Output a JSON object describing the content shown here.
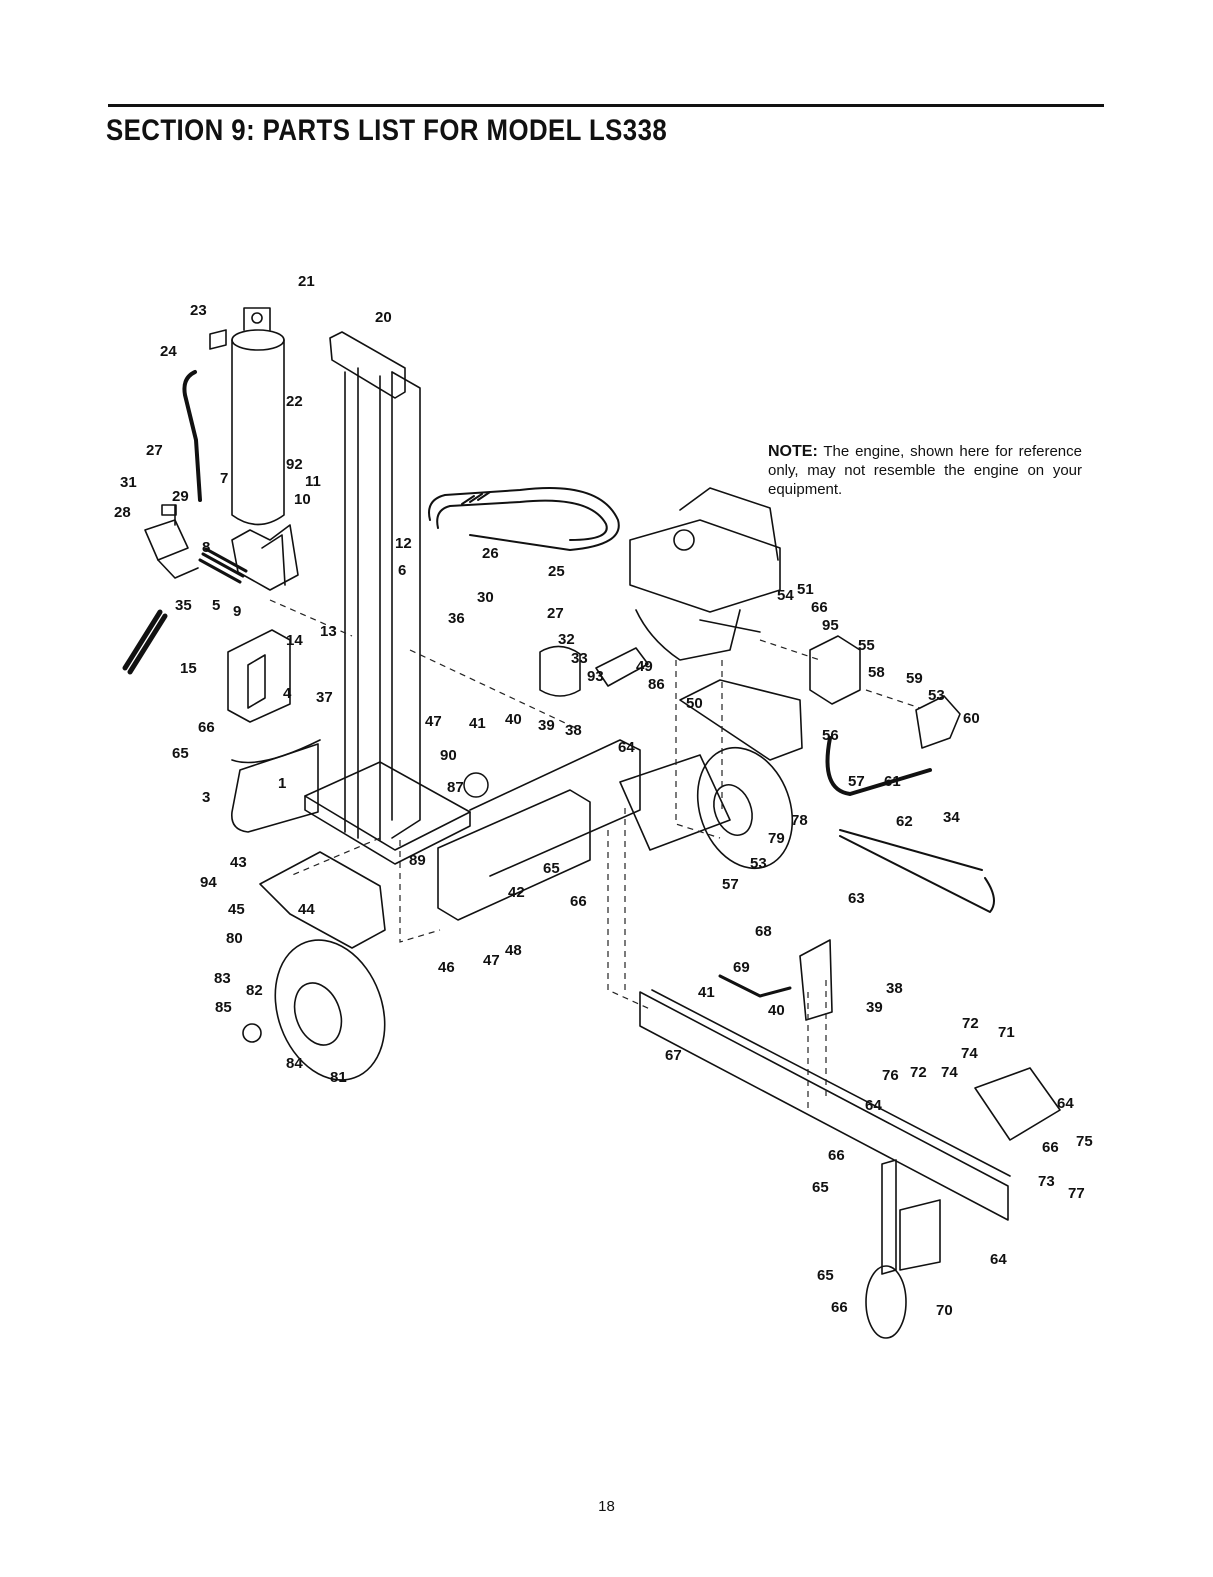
{
  "header": {
    "title": "SECTION 9:  PARTS LIST FOR MODEL LS338"
  },
  "note": {
    "label": "NOTE:",
    "text": "The engine, shown here for reference only, may not resemble the engine on your equipment."
  },
  "page_number": "18",
  "callouts": [
    "21",
    "23",
    "20",
    "24",
    "22",
    "27",
    "92",
    "31",
    "7",
    "11",
    "29",
    "10",
    "28",
    "12",
    "8",
    "6",
    "26",
    "25",
    "35",
    "5",
    "9",
    "30",
    "27",
    "54",
    "51",
    "66",
    "95",
    "36",
    "32",
    "13",
    "14",
    "33",
    "55",
    "15",
    "93",
    "49",
    "86",
    "58",
    "59",
    "4",
    "37",
    "50",
    "53",
    "47",
    "41",
    "40",
    "39",
    "38",
    "60",
    "66",
    "56",
    "65",
    "90",
    "64",
    "87",
    "1",
    "3",
    "57",
    "61",
    "34",
    "62",
    "78",
    "79",
    "89",
    "43",
    "53",
    "65",
    "94",
    "42",
    "66",
    "57",
    "63",
    "44",
    "45",
    "80",
    "46",
    "47",
    "48",
    "68",
    "69",
    "38",
    "39",
    "83",
    "82",
    "41",
    "85",
    "40",
    "72",
    "71",
    "67",
    "74",
    "84",
    "81",
    "76",
    "72",
    "74",
    "64",
    "64",
    "66",
    "75",
    "66",
    "65",
    "73",
    "77",
    "64",
    "65",
    "66",
    "70"
  ],
  "colors": {
    "ink": "#111111",
    "background": "#ffffff",
    "dash": "#222222"
  }
}
